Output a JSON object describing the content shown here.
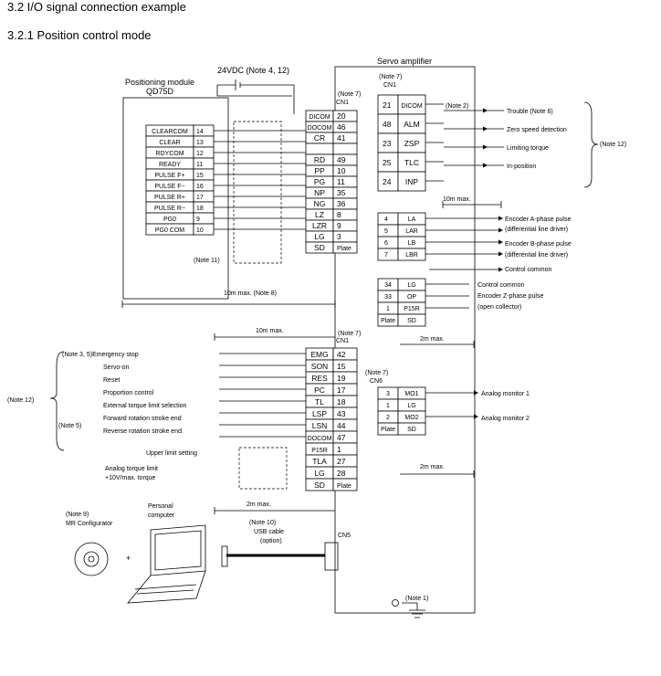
{
  "section_title": "3.2 I/O signal connection example",
  "subsection_title": "3.2.1 Position control mode",
  "diagram": {
    "servo_amplifier": "Servo amplifier",
    "positioning_module": [
      "Positioning module",
      "QD75D"
    ],
    "supply": "24VDC (Note 4, 12)",
    "note7": "(Note 7)",
    "cn1": "CN1",
    "cn6": "CN6",
    "cn5": "CN5",
    "qd75_pins": [
      {
        "name": "CLEARCOM",
        "pin": "14"
      },
      {
        "name": "CLEAR",
        "pin": "13"
      },
      {
        "name": "RDYCOM",
        "pin": "12"
      },
      {
        "name": "READY",
        "pin": "11"
      },
      {
        "name": "PULSE F+",
        "pin": "15"
      },
      {
        "name": "PULSE F−",
        "pin": "16"
      },
      {
        "name": "PULSE R+",
        "pin": "17"
      },
      {
        "name": "PULSE R−",
        "pin": "18"
      },
      {
        "name": "PG0",
        "pin": "9"
      },
      {
        "name": "PG0 COM",
        "pin": "10"
      }
    ],
    "cn1_left_top": [
      {
        "name": "DICOM",
        "pin": "20"
      },
      {
        "name": "DOCOM",
        "pin": "46"
      },
      {
        "name": "CR",
        "pin": "41"
      },
      {
        "name": "",
        "pin": ""
      },
      {
        "name": "RD",
        "pin": "49"
      },
      {
        "name": "PP",
        "pin": "10"
      },
      {
        "name": "PG",
        "pin": "11"
      },
      {
        "name": "NP",
        "pin": "35"
      },
      {
        "name": "NG",
        "pin": "36"
      },
      {
        "name": "LZ",
        "pin": "8"
      },
      {
        "name": "LZR",
        "pin": "9"
      },
      {
        "name": "LG",
        "pin": "3"
      },
      {
        "name": "SD",
        "pin": "Plate"
      }
    ],
    "note11": "(Note 11)",
    "dist_10m_note8": "10m max. (Note 8)",
    "cn1_right_top": [
      {
        "pin": "21",
        "name": "DICOM"
      },
      {
        "pin": "48",
        "name": "ALM"
      },
      {
        "pin": "23",
        "name": "ZSP"
      },
      {
        "pin": "25",
        "name": "TLC"
      },
      {
        "pin": "24",
        "name": "INP"
      }
    ],
    "note2": "(Note 2)",
    "outputs_top": [
      "Trouble (Note 6)",
      "Zero speed detection",
      "Limiting torque",
      "In-position"
    ],
    "note12": "(Note 12)",
    "dist_10m": "10m max.",
    "cn1_right_mid": [
      {
        "pin": "4",
        "name": "LA"
      },
      {
        "pin": "5",
        "name": "LAR"
      },
      {
        "pin": "6",
        "name": "LB"
      },
      {
        "pin": "7",
        "name": "LBR"
      }
    ],
    "encoder_labels": [
      "Encoder A-phase pulse",
      "(differential line driver)",
      "Encoder B-phase pulse",
      "(differential line driver)",
      "Control common"
    ],
    "cn1_right_low": [
      {
        "pin": "34",
        "name": "LG"
      },
      {
        "pin": "33",
        "name": "OP"
      },
      {
        "pin": "1",
        "name": "P15R"
      },
      {
        "pin": "Plate",
        "name": "SD"
      }
    ],
    "encoder_z": [
      "Control common",
      "Encoder Z-phase pulse",
      "(open collector)"
    ],
    "dist_2m": "2m max.",
    "inputs_left": [
      {
        "name": "EMG",
        "pin": "42"
      },
      {
        "name": "SON",
        "pin": "15"
      },
      {
        "name": "RES",
        "pin": "19"
      },
      {
        "name": "PC",
        "pin": "17"
      },
      {
        "name": "TL",
        "pin": "18"
      },
      {
        "name": "LSP",
        "pin": "43"
      },
      {
        "name": "LSN",
        "pin": "44"
      },
      {
        "name": "DOCOM",
        "pin": "47"
      },
      {
        "name": "P15R",
        "pin": "1"
      },
      {
        "name": "TLA",
        "pin": "27"
      },
      {
        "name": "LG",
        "pin": "28"
      },
      {
        "name": "SD",
        "pin": "Plate"
      }
    ],
    "input_labels": [
      "(Note 3, 5)Emergency stop",
      "Servo-on",
      "Reset",
      "Proportion control",
      "External torque limit selection",
      "Forward rotation stroke end",
      "Reverse rotation stroke end"
    ],
    "note5": "(Note 5)",
    "upper_limit": "Upper limit setting",
    "analog_torque": [
      "Analog torque limit",
      "+10V/max. torque"
    ],
    "cn6_pins": [
      {
        "pin": "3",
        "name": "MO1"
      },
      {
        "pin": "1",
        "name": "LG"
      },
      {
        "pin": "2",
        "name": "MO2"
      },
      {
        "pin": "Plate",
        "name": "SD"
      }
    ],
    "analog_monitors": [
      "Analog monitor 1",
      "Analog monitor 2"
    ],
    "pc_labels": [
      "Personal",
      "computer"
    ],
    "mr_config": [
      "(Note 9)",
      "MR Configurator"
    ],
    "usb": [
      "(Note 10)",
      "USB cable",
      "(option)"
    ],
    "note1": "(Note 1)",
    "plus": "+"
  }
}
